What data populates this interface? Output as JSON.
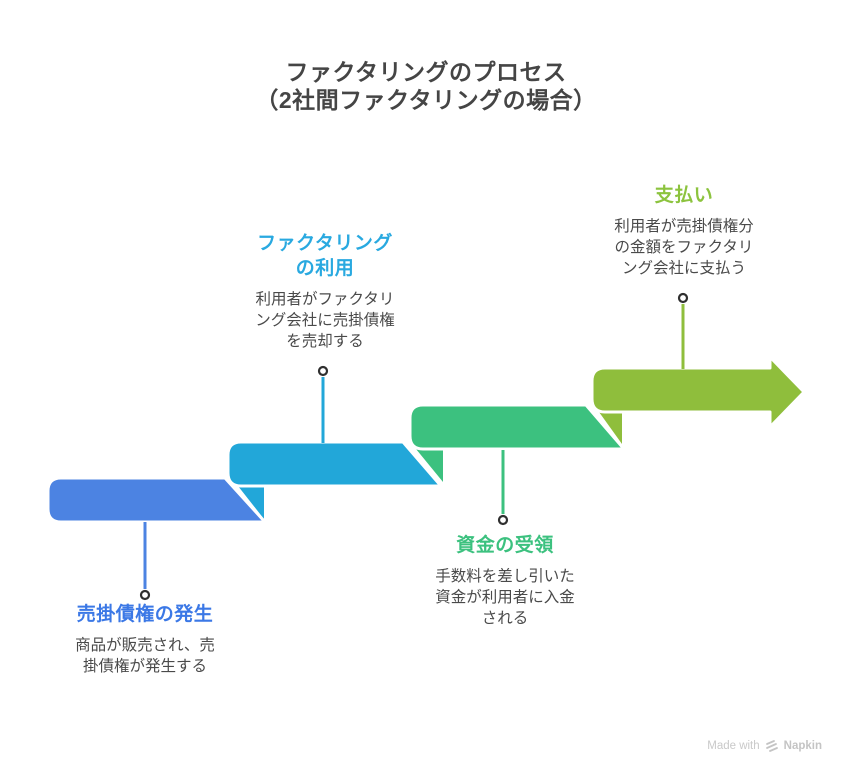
{
  "title": {
    "text": "ファクタリングのプロセス\n（2社間ファクタリングの場合）"
  },
  "steps": [
    {
      "heading": "売掛債権の発生",
      "body": "商品が販売され、売\n掛債権が発生する",
      "color": "#4c83e2",
      "heading_color": "#3b78e6"
    },
    {
      "heading": "ファクタリング\nの利用",
      "body": "利用者がファクタリ\nング会社に売掛債権\nを売却する",
      "color": "#22a7d9",
      "heading_color": "#29a9e0"
    },
    {
      "heading": "資金の受領",
      "body": "手数料を差し引いた\n資金が利用者に入金\nされる",
      "color": "#3cc17f",
      "heading_color": "#3cc17f"
    },
    {
      "heading": "支払い",
      "body": "利用者が売掛債権分\nの金額をファクタリ\nング会社に支払う",
      "color": "#8fbe3c",
      "heading_color": "#8cc33e"
    }
  ],
  "connector": {
    "dot_stroke": "#2f2f2f"
  },
  "footer": {
    "made_with": "Made with",
    "brand": "Napkin",
    "color": "#c9c9c9"
  }
}
